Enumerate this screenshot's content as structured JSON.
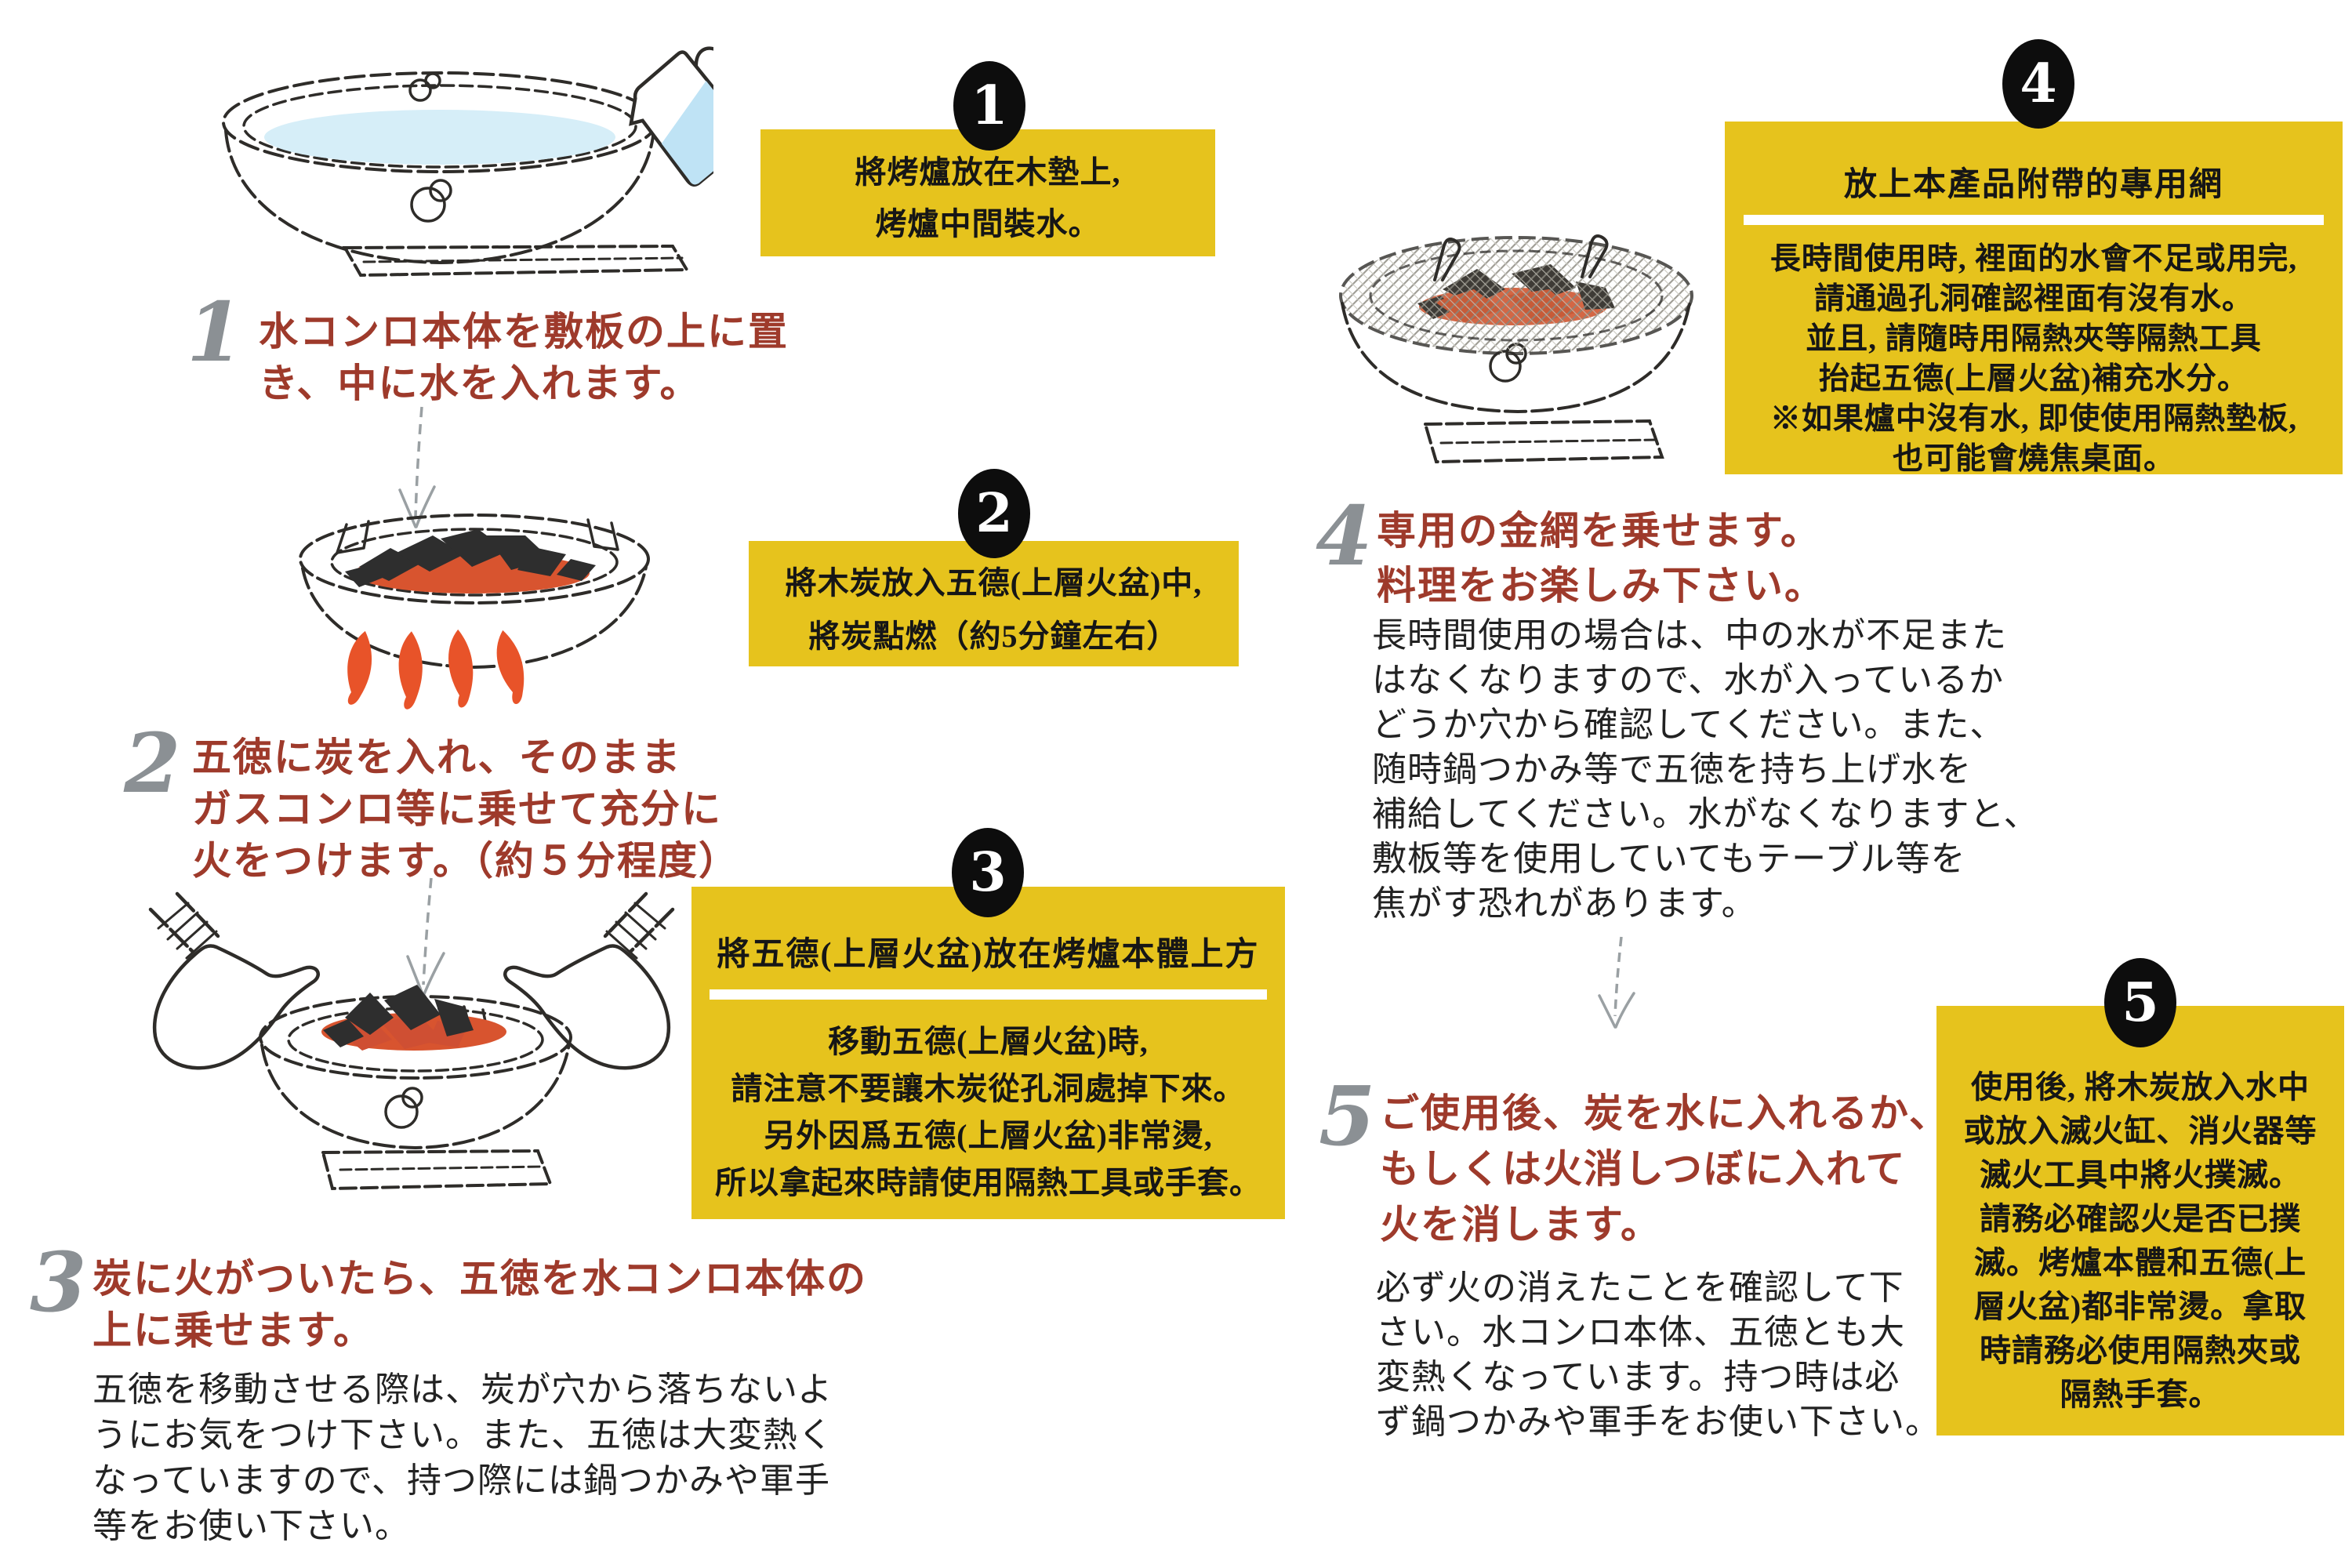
{
  "colors": {
    "yellow": "#e6c31d",
    "red": "#9e3a2b",
    "ink": "#222222",
    "gray_number": "#8b9094",
    "flame": "#e85329",
    "ember": "#d8542f",
    "water": "#d6eef8",
    "charcoal": "#2e2e2e"
  },
  "jp": [
    {
      "number": "1",
      "heading": [
        "水コンロ本体を敷板の上に置",
        "き、中に水を入れます。"
      ],
      "body": []
    },
    {
      "number": "2",
      "heading": [
        "五徳に炭を入れ、そのまま",
        "ガスコンロ等に乗せて充分に",
        "火をつけます。（約５分程度）"
      ],
      "body": []
    },
    {
      "number": "3",
      "heading": [
        "炭に火がついたら、五徳を水コンロ本体の",
        "上に乗せます。"
      ],
      "body": [
        "五徳を移動させる際は、炭が穴から落ちないよ",
        "うにお気をつけ下さい。また、五徳は大変熱く",
        "なっていますので、持つ際には鍋つかみや軍手",
        "等をお使い下さい。"
      ]
    },
    {
      "number": "4",
      "heading": [
        "専用の金網を乗せます。",
        "料理をお楽しみ下さい。"
      ],
      "body": [
        "長時間使用の場合は、中の水が不足また",
        "はなくなりますので、水が入っているか",
        "どうか穴から確認してください。また、",
        "随時鍋つかみ等で五徳を持ち上げ水を",
        "補給してください。水がなくなりますと、",
        "敷板等を使用していてもテーブル等を",
        "焦がす恐れがあります。"
      ]
    },
    {
      "number": "5",
      "heading": [
        "ご使用後、炭を水に入れるか、",
        "もしくは火消しつぼに入れて",
        "火を消します。"
      ],
      "body": [
        "必ず火の消えたことを確認して下",
        "さい。水コンロ本体、五徳とも大",
        "変熱くなっています。持つ時は必",
        "ず鍋つかみや軍手をお使い下さい。"
      ]
    }
  ],
  "zh": [
    {
      "number": "1",
      "title": "",
      "lines": [
        "將烤爐放在木墊上,",
        "烤爐中間裝水。"
      ]
    },
    {
      "number": "2",
      "title": "",
      "lines": [
        "將木炭放入五德(上層火盆)中,",
        "將炭點燃（約5分鐘左右）"
      ]
    },
    {
      "number": "3",
      "title": "將五德(上層火盆)放在烤爐本體上方",
      "lines": [
        "移動五德(上層火盆)時,",
        "請注意不要讓木炭從孔洞處掉下來。",
        "另外因爲五德(上層火盆)非常燙,",
        "所以拿起來時請使用隔熱工具或手套。"
      ]
    },
    {
      "number": "4",
      "title": "放上本產品附帶的專用網",
      "lines": [
        "長時間使用時, 裡面的水會不足或用完,",
        "請通過孔洞確認裡面有沒有水。",
        "並且, 請隨時用隔熱夾等隔熱工具",
        "抬起五德(上層火盆)補充水分。",
        "※如果爐中沒有水, 即使使用隔熱墊板,",
        "也可能會燒焦桌面。"
      ]
    },
    {
      "number": "5",
      "title": "",
      "lines": [
        "使用後, 將木炭放入水中",
        "或放入滅火缸、消火器等",
        "滅火工具中將火撲滅。",
        "請務必確認火是否已撲",
        "滅。烤爐本體和五德(上",
        "層火盆)都非常燙。拿取",
        "時請務必使用隔熱夾或",
        "隔熱手套。"
      ]
    }
  ],
  "illustrations": {
    "step1": "konro-bowl-with-water-and-pouring-pitcher",
    "step2": "gotoku-bowl-with-charcoal-over-gas-flames",
    "step3": "gloved-hands-beside-konro-with-charcoal",
    "step4": "konro-with-wire-mesh-grill-on-top",
    "arrow": "dashed-hand-drawn-down-arrow"
  }
}
